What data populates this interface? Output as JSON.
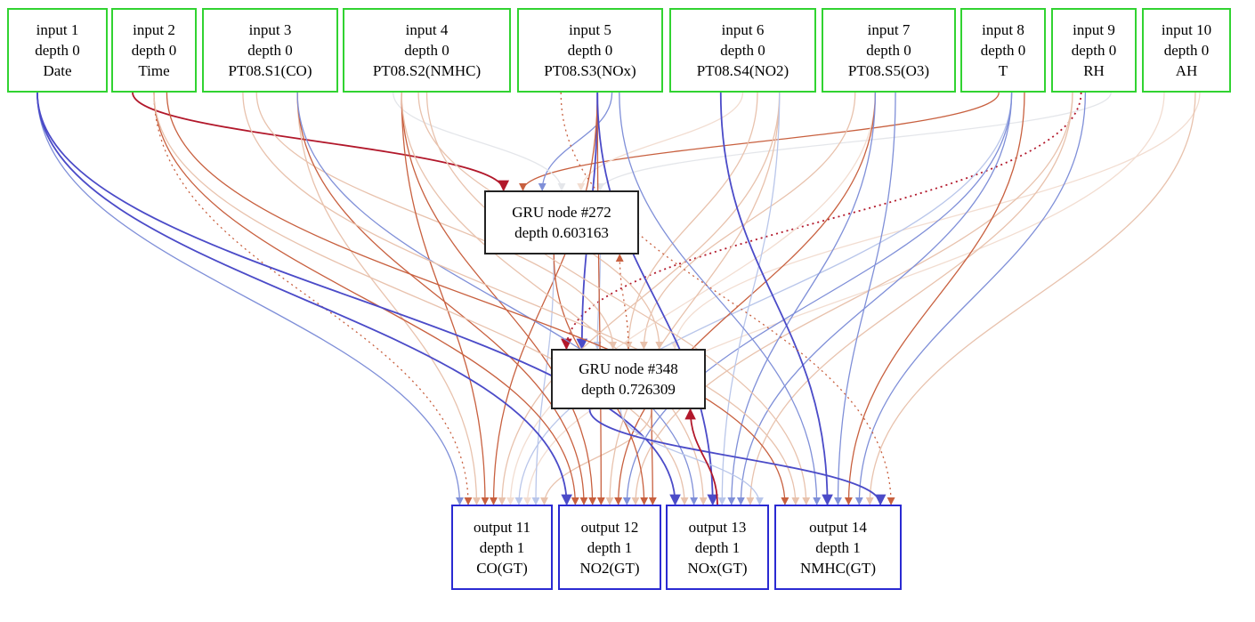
{
  "graph": {
    "inputs": [
      {
        "id": "n1",
        "title": "input 1",
        "depth": "depth 0",
        "label": "Date"
      },
      {
        "id": "n2",
        "title": "input 2",
        "depth": "depth 0",
        "label": "Time"
      },
      {
        "id": "n3",
        "title": "input 3",
        "depth": "depth 0",
        "label": "PT08.S1(CO)"
      },
      {
        "id": "n4",
        "title": "input 4",
        "depth": "depth 0",
        "label": "PT08.S2(NMHC)"
      },
      {
        "id": "n5",
        "title": "input 5",
        "depth": "depth 0",
        "label": "PT08.S3(NOx)"
      },
      {
        "id": "n6",
        "title": "input 6",
        "depth": "depth 0",
        "label": "PT08.S4(NO2)"
      },
      {
        "id": "n7",
        "title": "input 7",
        "depth": "depth 0",
        "label": "PT08.S5(O3)"
      },
      {
        "id": "n8",
        "title": "input 8",
        "depth": "depth 0",
        "label": "T"
      },
      {
        "id": "n9",
        "title": "input 9",
        "depth": "depth 0",
        "label": "RH"
      },
      {
        "id": "n10",
        "title": "input 10",
        "depth": "depth 0",
        "label": "AH"
      }
    ],
    "hidden": [
      {
        "id": "h272",
        "title": "GRU node #272",
        "depth": "depth 0.603163"
      },
      {
        "id": "h348",
        "title": "GRU node #348",
        "depth": "depth 0.726309"
      }
    ],
    "outputs": [
      {
        "id": "o11",
        "title": "output 11",
        "depth": "depth 1",
        "label": "CO(GT)"
      },
      {
        "id": "o12",
        "title": "output 12",
        "depth": "depth 1",
        "label": "NO2(GT)"
      },
      {
        "id": "o13",
        "title": "output 13",
        "depth": "depth 1",
        "label": "NOx(GT)"
      },
      {
        "id": "o14",
        "title": "output 14",
        "depth": "depth 1",
        "label": "NMHC(GT)"
      }
    ],
    "colors": {
      "input_border": "#31d331",
      "output_border": "#2a2ad2",
      "hidden_border": "#222222",
      "strong_red": "#b2182b",
      "red": "#c8603f",
      "light_red": "#e8c2ad",
      "faint_red": "#f2ddd1",
      "strong_blue": "#4b4bc8",
      "blue": "#7f8fd8",
      "light_blue": "#b9c6ea",
      "faint_gray": "#e4e6ea"
    },
    "edges": [
      {
        "from": "n2",
        "to": "h272",
        "color": "strong_red",
        "style": "solid"
      },
      {
        "from": "n8",
        "to": "h272",
        "color": "red",
        "style": "solid"
      },
      {
        "from": "n5",
        "to": "h272",
        "color": "blue",
        "style": "solid"
      },
      {
        "from": "n4",
        "to": "h272",
        "color": "faint_gray",
        "style": "solid"
      },
      {
        "from": "n6",
        "to": "h272",
        "color": "faint_red",
        "style": "solid"
      },
      {
        "from": "n9",
        "to": "h272",
        "color": "faint_gray",
        "style": "solid"
      },
      {
        "from": "n9",
        "to": "h348",
        "color": "strong_red",
        "style": "dotted"
      },
      {
        "from": "n5",
        "to": "h348",
        "color": "strong_blue",
        "style": "solid"
      },
      {
        "from": "h272",
        "to": "h348",
        "color": "light_blue",
        "style": "solid"
      },
      {
        "from": "n3",
        "to": "h348",
        "color": "light_red",
        "style": "solid"
      },
      {
        "from": "n6",
        "to": "h348",
        "color": "light_red",
        "style": "solid"
      },
      {
        "from": "n7",
        "to": "h348",
        "color": "light_red",
        "style": "solid"
      },
      {
        "from": "n4",
        "to": "h348",
        "color": "light_red",
        "style": "solid"
      },
      {
        "from": "n10",
        "to": "h348",
        "color": "faint_red",
        "style": "solid"
      },
      {
        "from": "n1",
        "to": "o11",
        "color": "blue",
        "style": "solid"
      },
      {
        "from": "n2",
        "to": "o11",
        "color": "red",
        "style": "dotted"
      },
      {
        "from": "n3",
        "to": "o11",
        "color": "light_red",
        "style": "solid"
      },
      {
        "from": "n4",
        "to": "o11",
        "color": "red",
        "style": "solid"
      },
      {
        "from": "n5",
        "to": "o11",
        "color": "red",
        "style": "solid"
      },
      {
        "from": "n6",
        "to": "o11",
        "color": "light_red",
        "style": "solid"
      },
      {
        "from": "n7",
        "to": "o11",
        "color": "faint_red",
        "style": "solid"
      },
      {
        "from": "n8",
        "to": "o11",
        "color": "light_blue",
        "style": "solid"
      },
      {
        "from": "n10",
        "to": "o11",
        "color": "faint_red",
        "style": "solid"
      },
      {
        "from": "h272",
        "to": "o11",
        "color": "light_blue",
        "style": "solid"
      },
      {
        "from": "h348",
        "to": "o11",
        "color": "light_red",
        "style": "solid"
      },
      {
        "from": "n1",
        "to": "o12",
        "color": "strong_blue",
        "style": "solid"
      },
      {
        "from": "n2",
        "to": "o12",
        "color": "red",
        "style": "solid"
      },
      {
        "from": "n3",
        "to": "o12",
        "color": "red",
        "style": "solid"
      },
      {
        "from": "n4",
        "to": "o12",
        "color": "red",
        "style": "solid"
      },
      {
        "from": "n5",
        "to": "o12",
        "color": "red",
        "style": "solid"
      },
      {
        "from": "n6",
        "to": "o12",
        "color": "light_red",
        "style": "solid"
      },
      {
        "from": "n7",
        "to": "o12",
        "color": "red",
        "style": "solid"
      },
      {
        "from": "n8",
        "to": "o12",
        "color": "blue",
        "style": "solid"
      },
      {
        "from": "n9",
        "to": "o12",
        "color": "light_red",
        "style": "solid"
      },
      {
        "from": "h272",
        "to": "o12",
        "color": "red",
        "style": "solid"
      },
      {
        "from": "h348",
        "to": "o12",
        "color": "red",
        "style": "solid"
      },
      {
        "from": "n1",
        "to": "o13",
        "color": "strong_blue",
        "style": "solid"
      },
      {
        "from": "n2",
        "to": "o13",
        "color": "light_red",
        "style": "solid"
      },
      {
        "from": "n3",
        "to": "o13",
        "color": "blue",
        "style": "solid"
      },
      {
        "from": "n4",
        "to": "o13",
        "color": "light_red",
        "style": "solid"
      },
      {
        "from": "n5",
        "to": "o13",
        "color": "strong_blue",
        "style": "solid"
      },
      {
        "from": "n6",
        "to": "o13",
        "color": "light_blue",
        "style": "solid"
      },
      {
        "from": "n7",
        "to": "o13",
        "color": "blue",
        "style": "solid"
      },
      {
        "from": "n8",
        "to": "o13",
        "color": "blue",
        "style": "solid"
      },
      {
        "from": "n9",
        "to": "o13",
        "color": "light_red",
        "style": "solid"
      },
      {
        "from": "h348",
        "to": "o13",
        "color": "light_blue",
        "style": "solid"
      },
      {
        "from": "n2",
        "to": "o14",
        "color": "red",
        "style": "solid"
      },
      {
        "from": "n3",
        "to": "o14",
        "color": "light_red",
        "style": "solid"
      },
      {
        "from": "n4",
        "to": "o14",
        "color": "light_red",
        "style": "solid"
      },
      {
        "from": "n5",
        "to": "o14",
        "color": "blue",
        "style": "solid"
      },
      {
        "from": "n6",
        "to": "o14",
        "color": "strong_blue",
        "style": "solid"
      },
      {
        "from": "n7",
        "to": "o14",
        "color": "blue",
        "style": "solid"
      },
      {
        "from": "n8",
        "to": "o14",
        "color": "red",
        "style": "solid"
      },
      {
        "from": "n9",
        "to": "o14",
        "color": "blue",
        "style": "solid"
      },
      {
        "from": "n10",
        "to": "o14",
        "color": "light_red",
        "style": "solid"
      },
      {
        "from": "h348",
        "to": "o14",
        "color": "strong_blue",
        "style": "solid"
      },
      {
        "from": "h348",
        "to": "h272",
        "color": "red",
        "style": "dotted"
      },
      {
        "from": "o13",
        "to": "h348",
        "color": "strong_red",
        "style": "solid"
      },
      {
        "from": "n5",
        "to": "o14",
        "color": "red",
        "style": "dotted"
      }
    ]
  }
}
